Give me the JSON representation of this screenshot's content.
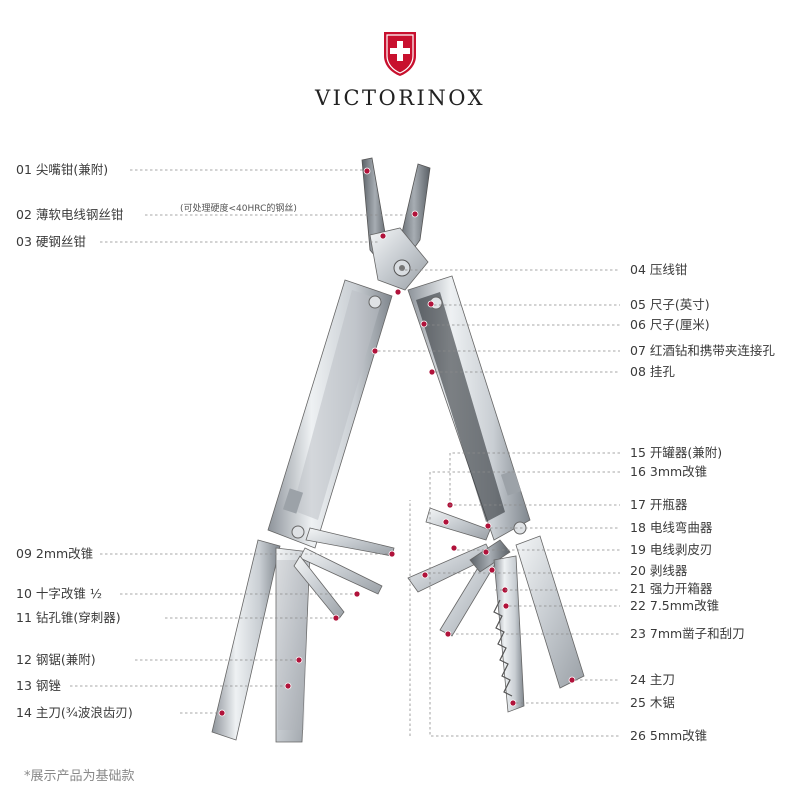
{
  "brand": {
    "name": "VICTORINOX",
    "accent_color": "#c8102e",
    "logo_icon": "swiss-cross-shield-icon"
  },
  "header_note": "(可处理硬度<40HRC的钢丝)",
  "footer_note": "*展示产品为基础款",
  "left_labels": [
    {
      "id": "01",
      "text": "01 尖嘴钳(兼附)"
    },
    {
      "id": "02",
      "text": "02 薄软电线钢丝钳"
    },
    {
      "id": "03",
      "text": "03 硬钢丝钳"
    },
    {
      "id": "09",
      "text": "09 2mm改锥"
    },
    {
      "id": "10",
      "text": "10 十字改锥 ½"
    },
    {
      "id": "11",
      "text": "11 钻孔锥(穿刺器)"
    },
    {
      "id": "12",
      "text": "12 钢锯(兼附)"
    },
    {
      "id": "13",
      "text": "13 钢锉"
    },
    {
      "id": "14",
      "text": "14 主刀(¾波浪齿刃)"
    }
  ],
  "right_labels": [
    {
      "id": "04",
      "text": "04 压线钳"
    },
    {
      "id": "05",
      "text": "05 尺子(英寸)"
    },
    {
      "id": "06",
      "text": "06 尺子(厘米)"
    },
    {
      "id": "07",
      "text": "07 红酒钻和携带夹连接孔"
    },
    {
      "id": "08",
      "text": "08 挂孔"
    },
    {
      "id": "15",
      "text": "15 开罐器(兼附)"
    },
    {
      "id": "16",
      "text": "16 3mm改锥"
    },
    {
      "id": "17",
      "text": "17 开瓶器"
    },
    {
      "id": "18",
      "text": "18 电线弯曲器"
    },
    {
      "id": "19",
      "text": "19 电线剥皮刃"
    },
    {
      "id": "20",
      "text": "20 剥线器"
    },
    {
      "id": "21",
      "text": "21 强力开箱器"
    },
    {
      "id": "22",
      "text": "22 7.5mm改锥"
    },
    {
      "id": "23",
      "text": "23 7mm凿子和刮刀"
    },
    {
      "id": "24",
      "text": "24 主刀"
    },
    {
      "id": "25",
      "text": "25 木锯"
    },
    {
      "id": "26",
      "text": "26 5mm改锥"
    }
  ],
  "colors": {
    "marker": "#b0123a",
    "leader": "#8a8a8a",
    "steel_light": "#e9ecef",
    "steel_mid": "#c3c8cd",
    "steel_dark": "#8c9298"
  }
}
